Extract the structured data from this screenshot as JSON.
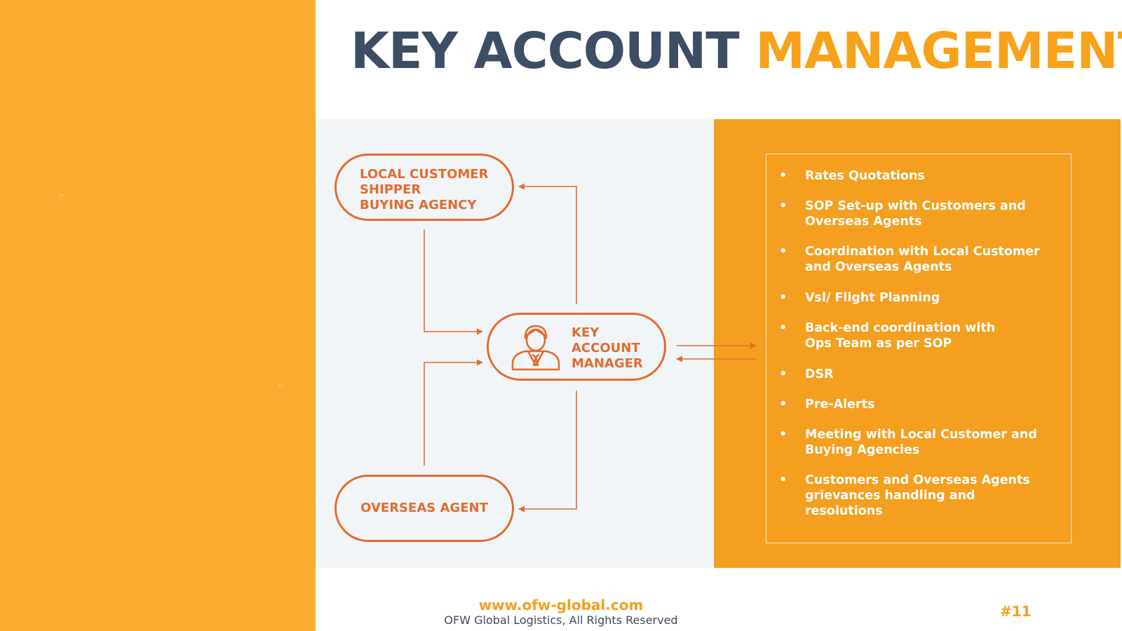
{
  "title": {
    "part1": "KEY ACCOUNT",
    "part2": "MANAGEMENT"
  },
  "decor": {
    "quote_open": "”",
    "quote_close": "”"
  },
  "diagram": {
    "local": {
      "line1": "LOCAL CUSTOMER",
      "line2": "SHIPPER",
      "line3": "BUYING AGENCY"
    },
    "kam": {
      "line1": "KEY",
      "line2": "ACCOUNT",
      "line3": "MANAGER",
      "icon": "manager-person-icon"
    },
    "overseas": {
      "label": "OVERSEAS AGENT"
    },
    "colors": {
      "accent": "#E36B2E",
      "panel": "#F1F5F8"
    }
  },
  "duties": [
    {
      "lines": [
        "Rates Quotations"
      ]
    },
    {
      "lines": [
        "SOP Set-up with Customers and",
        "Overseas Agents"
      ]
    },
    {
      "lines": [
        "Coordination with Local Customer",
        "and Overseas Agents"
      ]
    },
    {
      "lines": [
        "Vsl/ Flight Planning"
      ]
    },
    {
      "lines": [
        "Back-end coordination with",
        "Ops Team as per SOP"
      ]
    },
    {
      "lines": [
        "DSR"
      ]
    },
    {
      "lines": [
        "Pre-Alerts"
      ]
    },
    {
      "lines": [
        "Meeting with Local Customer and",
        "Buying Agencies"
      ]
    },
    {
      "lines": [
        "Customers and Overseas Agents",
        "grievances handling and",
        "resolutions"
      ]
    }
  ],
  "footer": {
    "url": "www.ofw-global.com",
    "rights": "OFW Global Logistics, All Rights Reserved",
    "page": "#11"
  },
  "colors": {
    "orange": "#FBAB2F",
    "orange_dark": "#F49F1F",
    "navy": "#3D4D63"
  }
}
